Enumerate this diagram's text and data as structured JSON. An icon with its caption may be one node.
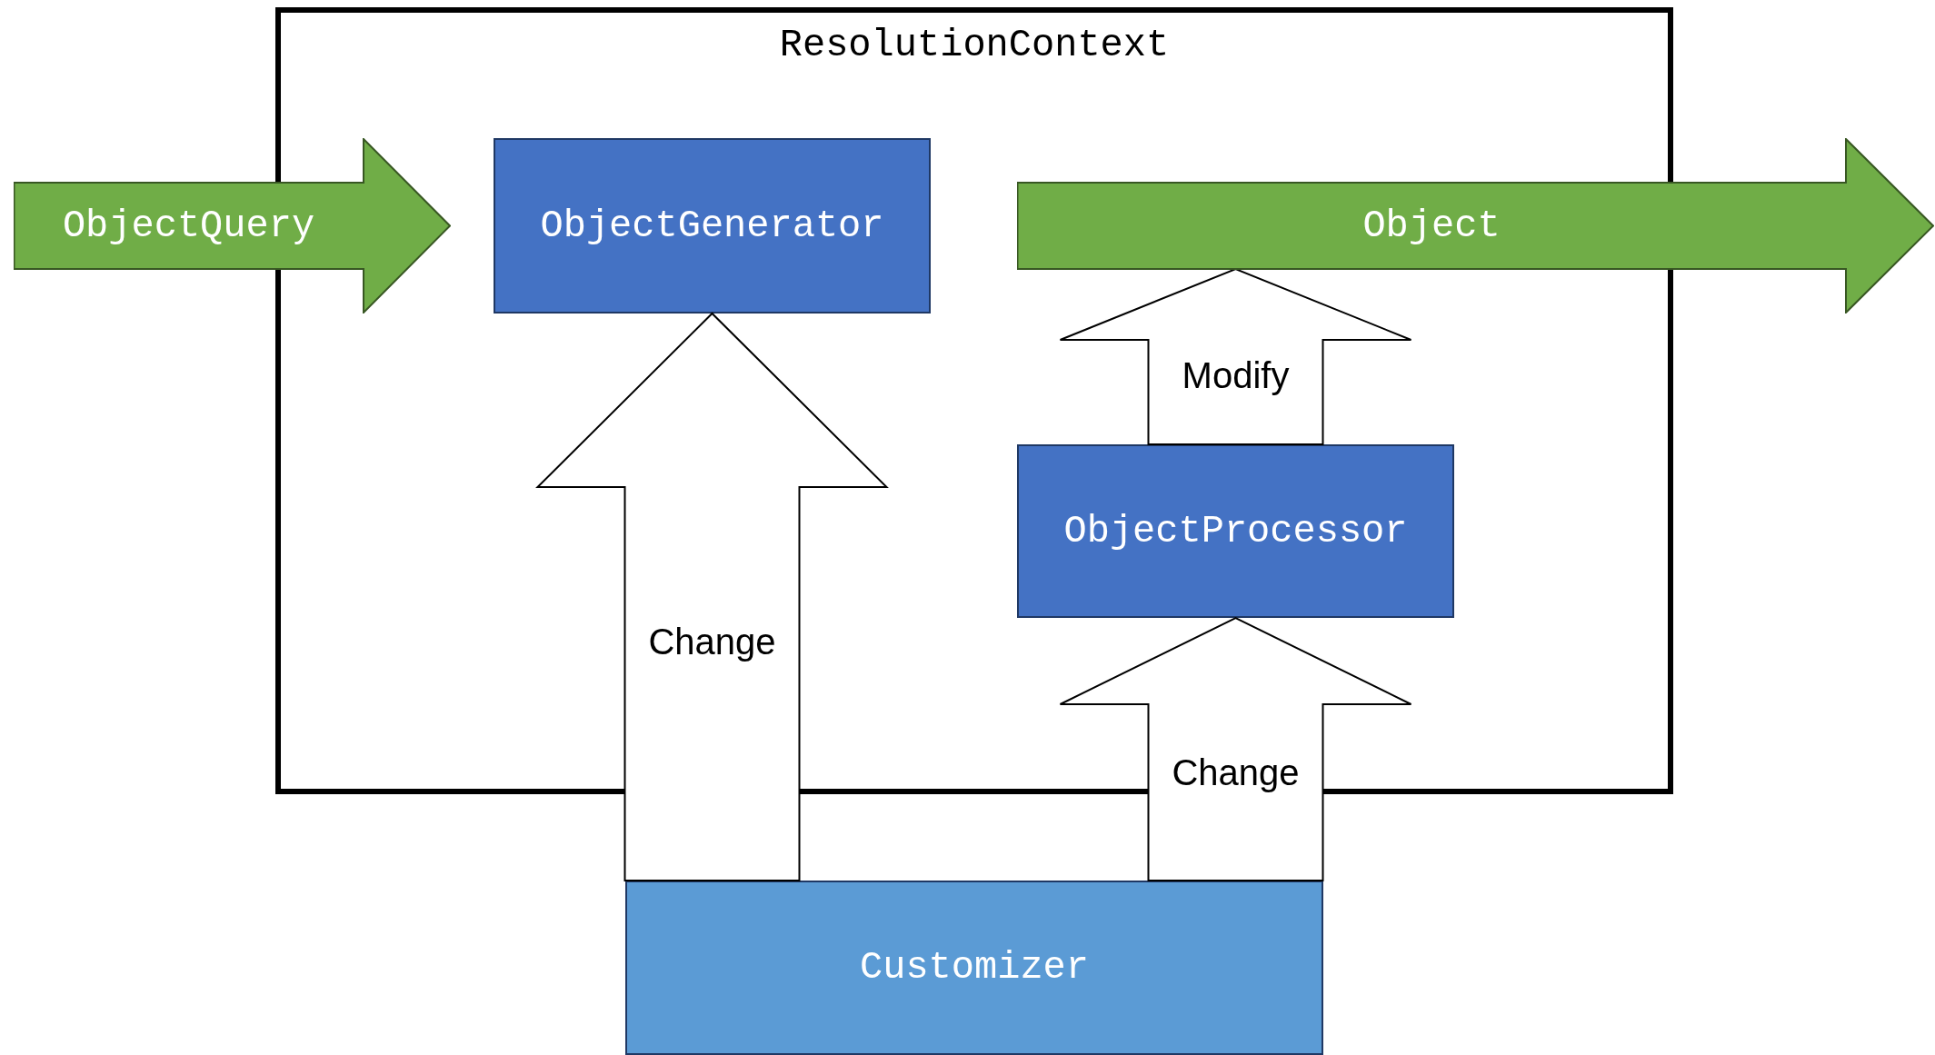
{
  "diagram": {
    "nodes": [
      {
        "text": [
          "ResolutionContext"
        ]
      },
      {
        "text": [
          "ObjectQuery"
        ]
      },
      {
        "text": [
          "ObjectGenerator"
        ],
        "in": 0
      },
      {
        "text": [
          "Object"
        ]
      },
      {
        "text": [
          "ObjectProcessor"
        ],
        "in": 0
      },
      {
        "text": [
          "Customizer"
        ]
      }
    ],
    "edges": [
      {
        "from": 4,
        "to": 3,
        "arrow": "to",
        "label": "Modify"
      },
      {
        "from": 5,
        "to": 2,
        "arrow": "to",
        "label": "Change"
      },
      {
        "from": 5,
        "to": 4,
        "arrow": "to",
        "label": "Change"
      }
    ]
  }
}
